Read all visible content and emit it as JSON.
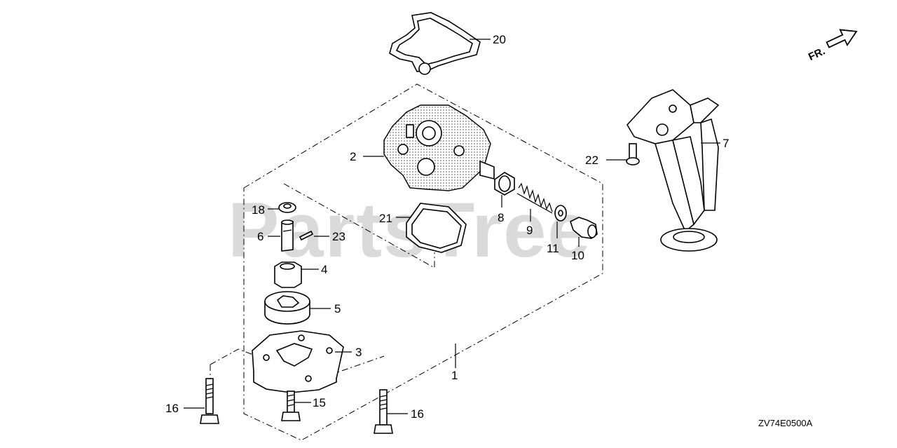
{
  "diagram": {
    "code": "ZV74E0500A",
    "watermark": "PartsTree",
    "direction_label": "FR.",
    "callouts": {
      "c1": "1",
      "c2": "2",
      "c3": "3",
      "c4": "4",
      "c5": "5",
      "c6": "6",
      "c7": "7",
      "c8": "8",
      "c9": "9",
      "c10": "10",
      "c11": "11",
      "c15": "15",
      "c16a": "16",
      "c16b": "16",
      "c18": "18",
      "c20": "20",
      "c21": "21",
      "c22": "22",
      "c23": "23"
    }
  }
}
